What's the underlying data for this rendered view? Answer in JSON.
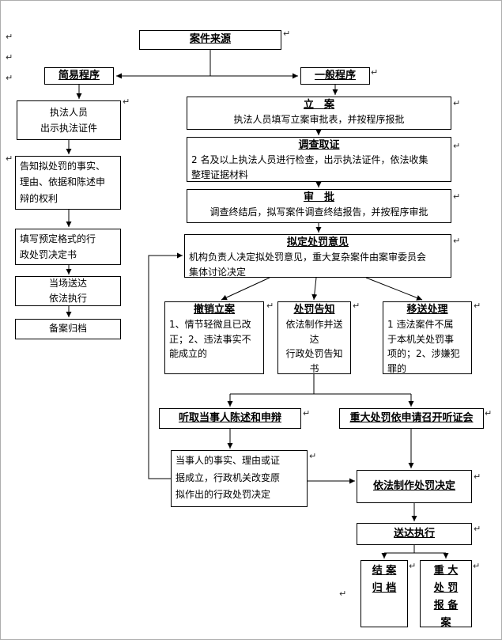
{
  "page": {
    "background": "#ffffff",
    "border_color": "#adadad",
    "line_color": "#000000"
  },
  "decor": {
    "return_mark": "↵"
  },
  "nodes": {
    "case_source": {
      "title": "案件来源"
    },
    "simple_procedure": {
      "title": "简易程序"
    },
    "general_procedure": {
      "title": "一般程序"
    },
    "show_credentials": {
      "text": "执法人员\n出示执法证件"
    },
    "inform_rights": {
      "text": "告知拟处罚的事实、\n理由、依据和陈述申\n辩的权利"
    },
    "fill_decision": {
      "text": "填写预定格式的行\n政处罚决定书"
    },
    "onsite_delivery": {
      "text": "当场送达\n依法执行"
    },
    "filing": {
      "text": "备案归档"
    },
    "file_case": {
      "title": "立　案",
      "body": "执法人员填写立案审批表，并按程序报批"
    },
    "investigation": {
      "title": "调查取证",
      "body": "2 名及以上执法人员进行检查，出示执法证件，依法收集\n整理证据材料"
    },
    "approval": {
      "title": "审　批",
      "body": "调查终结后，拟写案件调查终结报告，并按程序审批"
    },
    "draft_opinion": {
      "title": "拟定处罚意见",
      "body": "机构负责人决定拟处罚意见，重大复杂案件由案审委员会\n集体讨论决定"
    },
    "withdraw_case": {
      "title": "撤销立案",
      "body": "1、情节轻微且已改\n正；2、违法事实不\n能成立的"
    },
    "penalty_notice": {
      "title": "处罚告知",
      "body": "依法制作并送达\n行政处罚告知书"
    },
    "transfer_case": {
      "title": "移送处理",
      "body": "1 违法案件不属\n于本机关处罚事\n项的；2、涉嫌犯\n罪的"
    },
    "hear_statement": {
      "title": "听取当事人陈述和申辩"
    },
    "hearing": {
      "title": "重大处罚依申请召开听证会"
    },
    "change_decision": {
      "text": "当事人的事实、理由或证\n据成立，行政机关改变原\n拟作出的行政处罚决定"
    },
    "make_decision": {
      "title": "依法制作处罚决定"
    },
    "deliver_execute": {
      "title": "送达执行"
    },
    "close_file": {
      "title": "结 案\n归 档"
    },
    "major_report": {
      "title": "重 大\n处 罚\n报 备\n案"
    }
  }
}
